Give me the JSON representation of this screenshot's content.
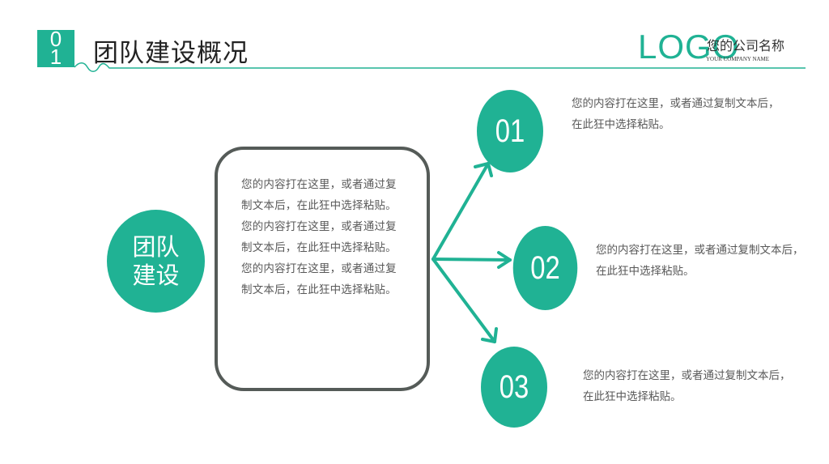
{
  "header": {
    "section_number": "01",
    "title": "团队建设概况",
    "logo": "LOGO",
    "company_name": "您的公司名称",
    "company_name_en": "YOUR COMPANY NAME"
  },
  "colors": {
    "accent": "#20b294",
    "box_border": "#555b58",
    "text": "#595959"
  },
  "center": {
    "label": "团队建设"
  },
  "content_box": {
    "paragraph_1": "您的内容打在这里，或者通过复制文本后，在此狂中选择粘贴。您的内容打在这里，或者通过复制文本后，在此狂中选择粘贴。",
    "paragraph_2": "您的内容打在这里，或者通过复制文本后，在此狂中选择粘贴。"
  },
  "items": [
    {
      "number": "01",
      "text": "您的内容打在这里，或者通过复制文本后，在此狂中选择粘贴。"
    },
    {
      "number": "02",
      "text": "您的内容打在这里，或者通过复制文本后，在此狂中选择粘贴。"
    },
    {
      "number": "03",
      "text": "您的内容打在这里，或者通过复制文本后，在此狂中选择粘贴。"
    }
  ]
}
